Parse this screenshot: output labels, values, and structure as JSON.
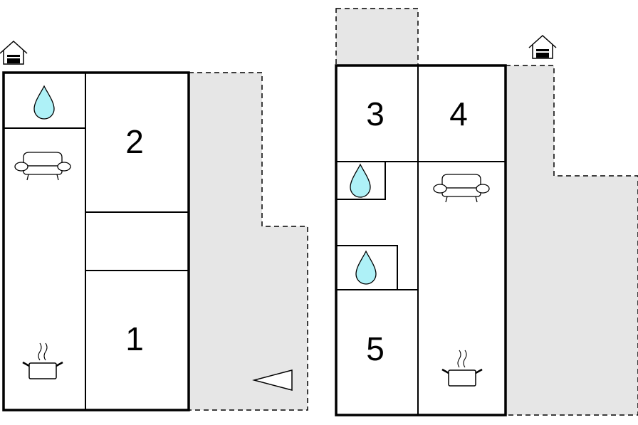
{
  "floorplan": {
    "colors": {
      "background": "#ffffff",
      "wall": "#000000",
      "outdoor_area": "#e6e6e6",
      "water_drop": "#aef1f7"
    },
    "left_unit": {
      "rooms": [
        {
          "label": "2"
        },
        {
          "label": "1"
        }
      ],
      "icons": [
        "entrance-icon",
        "bathroom-icon",
        "living-room-icon",
        "kitchen-icon",
        "direction-arrow-icon"
      ]
    },
    "right_unit": {
      "rooms": [
        {
          "label": "3"
        },
        {
          "label": "4"
        },
        {
          "label": "5"
        }
      ],
      "icons": [
        "entrance-icon",
        "bathroom-icon",
        "bathroom-icon",
        "living-room-icon",
        "kitchen-icon"
      ]
    }
  }
}
